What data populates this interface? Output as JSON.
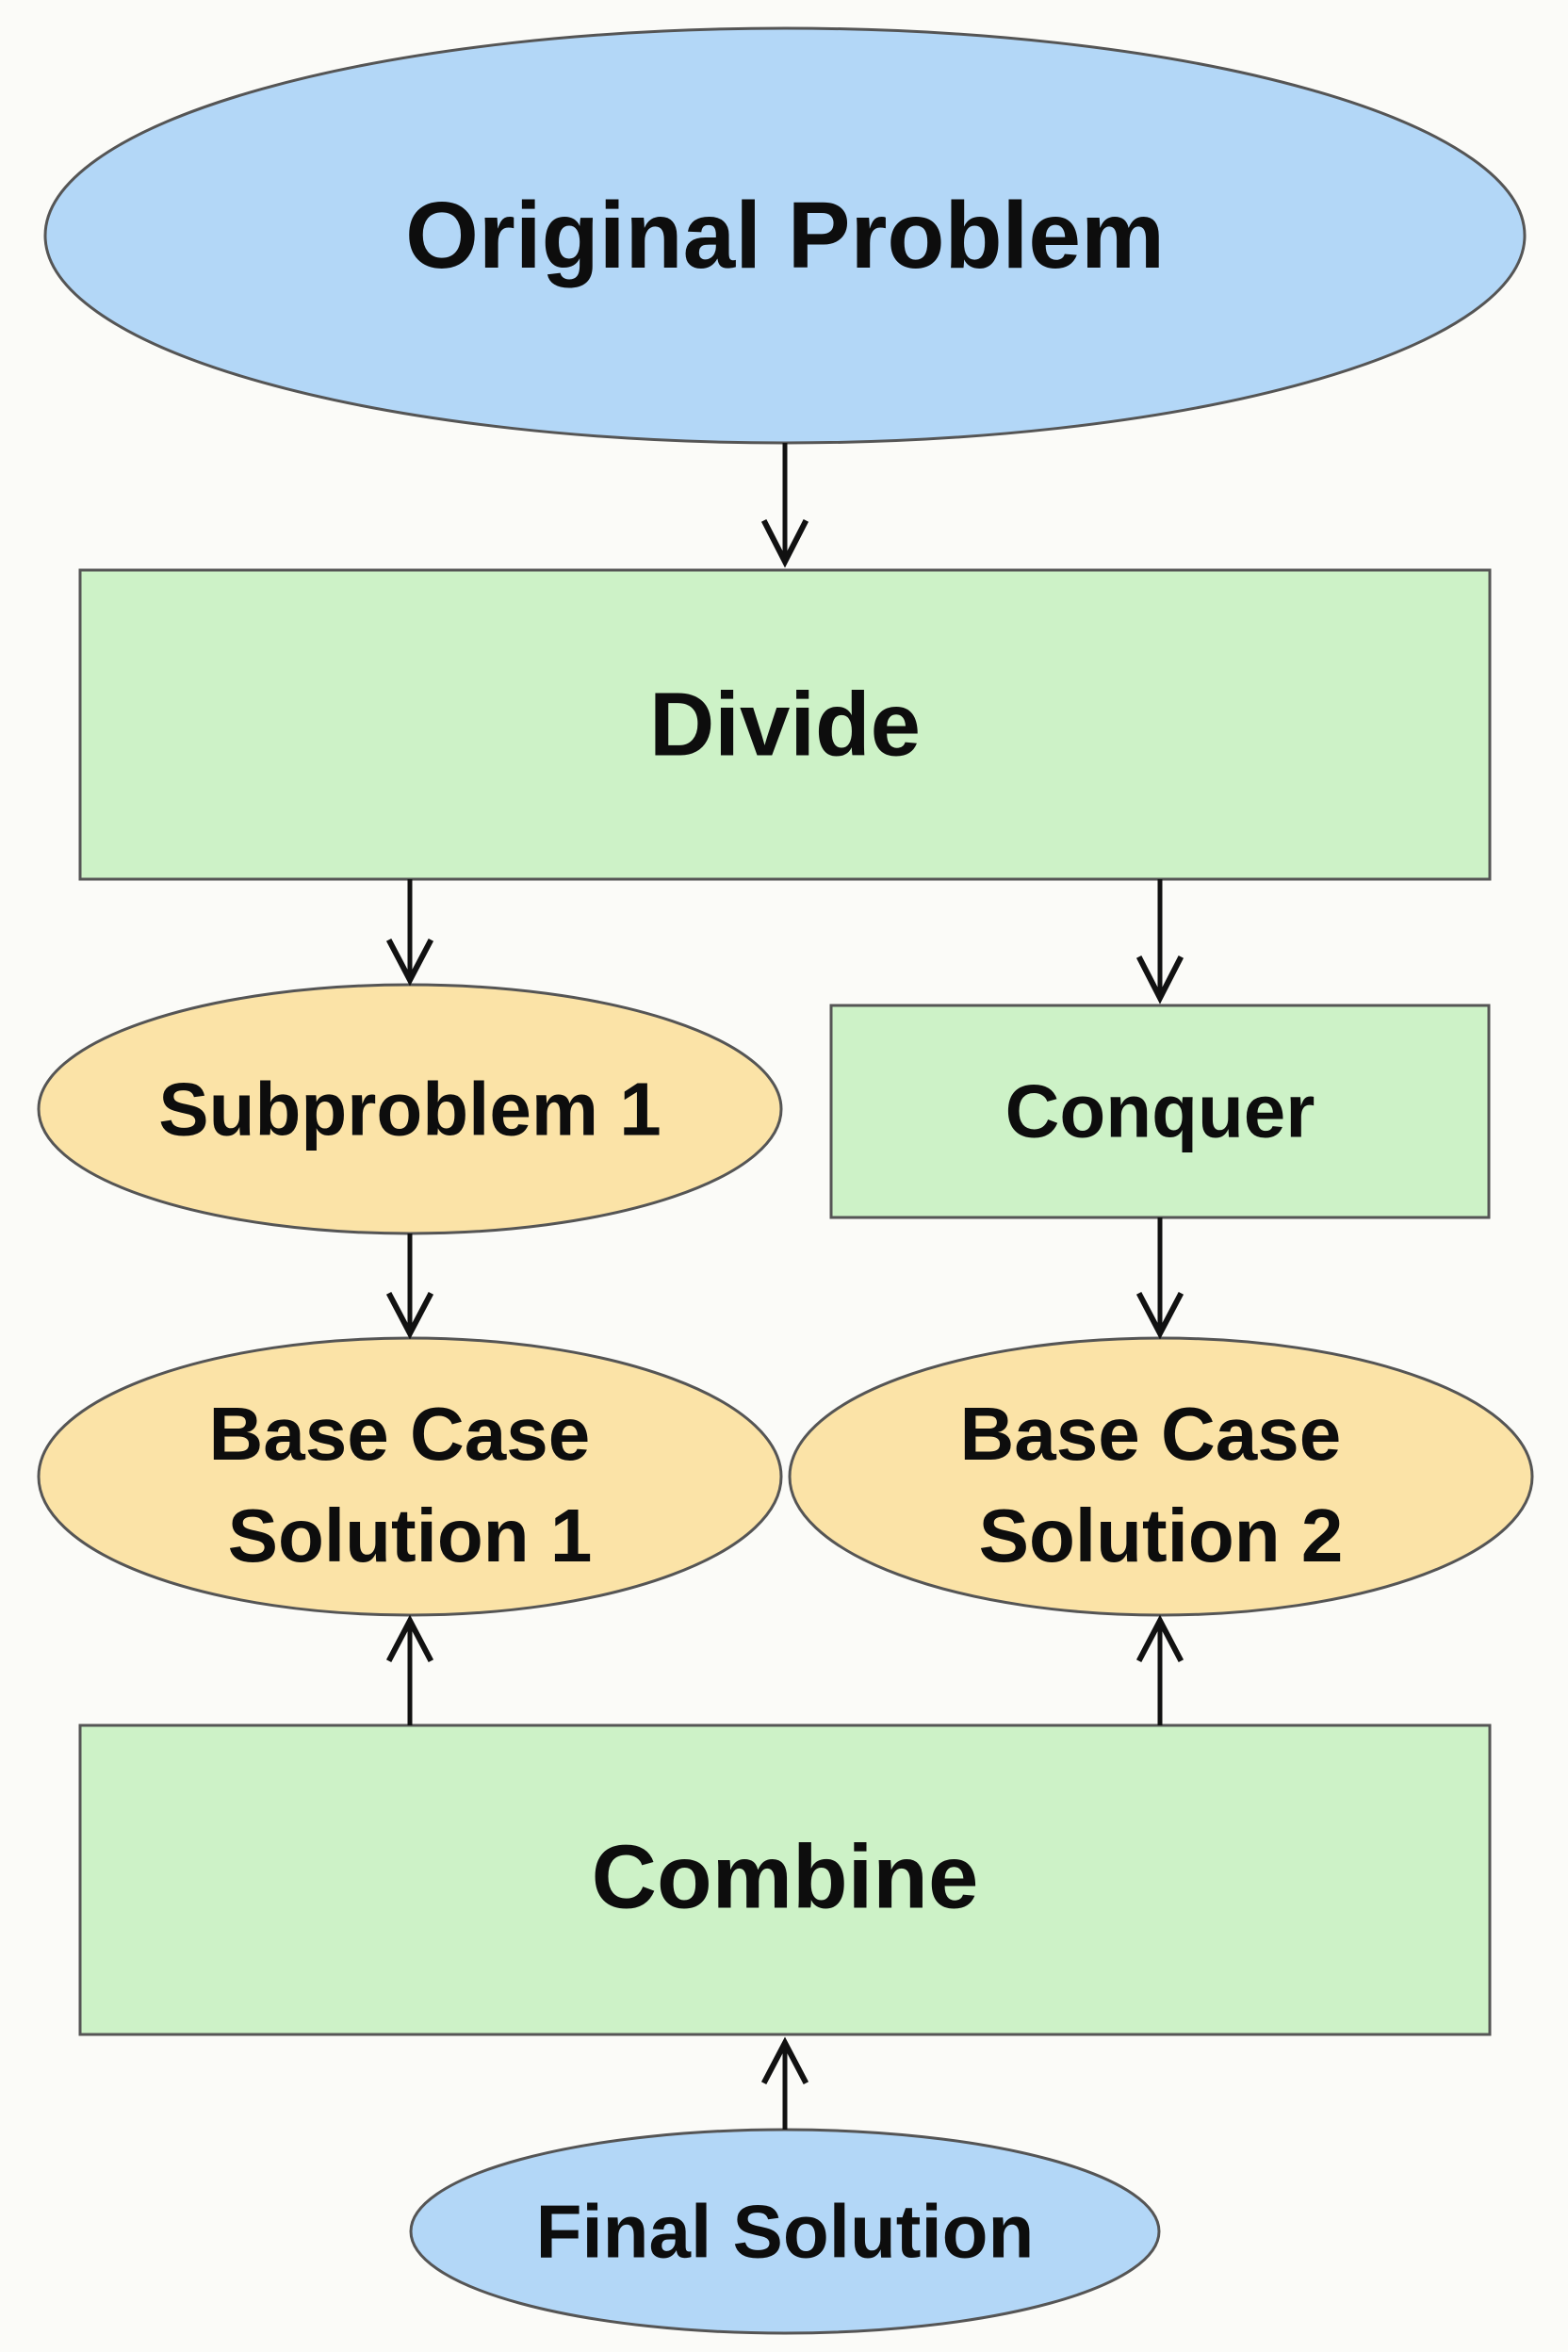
{
  "nodes": {
    "original_problem": {
      "label": "Original Problem",
      "shape": "ellipse",
      "color": "#b3d7f7"
    },
    "divide": {
      "label": "Divide",
      "shape": "rectangle",
      "color": "#cdf2c7"
    },
    "subproblem_1": {
      "label": "Subproblem 1",
      "shape": "ellipse",
      "color": "#fbe3a7"
    },
    "conquer": {
      "label": "Conquer",
      "shape": "rectangle",
      "color": "#cdf2c7"
    },
    "base_case_solution_1": {
      "line1": "Base Case",
      "line2": "Solution 1",
      "shape": "ellipse",
      "color": "#fbe3a7"
    },
    "base_case_solution_2": {
      "line1": "Base Case",
      "line2": "Solution 2",
      "shape": "ellipse",
      "color": "#fbe3a7"
    },
    "combine": {
      "label": "Combine",
      "shape": "rectangle",
      "color": "#cdf2c7"
    },
    "final_solution": {
      "label": "Final Solution",
      "shape": "ellipse",
      "color": "#b3d7f7"
    }
  },
  "edges": [
    {
      "from": "original_problem",
      "to": "divide"
    },
    {
      "from": "divide",
      "to": "subproblem_1"
    },
    {
      "from": "divide",
      "to": "conquer"
    },
    {
      "from": "subproblem_1",
      "to": "base_case_solution_1"
    },
    {
      "from": "conquer",
      "to": "base_case_solution_2"
    },
    {
      "from": "combine",
      "to": "base_case_solution_1"
    },
    {
      "from": "combine",
      "to": "base_case_solution_2"
    },
    {
      "from": "final_solution",
      "to": "combine"
    }
  ],
  "colors": {
    "stroke": "#555555",
    "arrow": "#111111",
    "text": "#0d0d0d",
    "background": "#fbfbf8"
  }
}
